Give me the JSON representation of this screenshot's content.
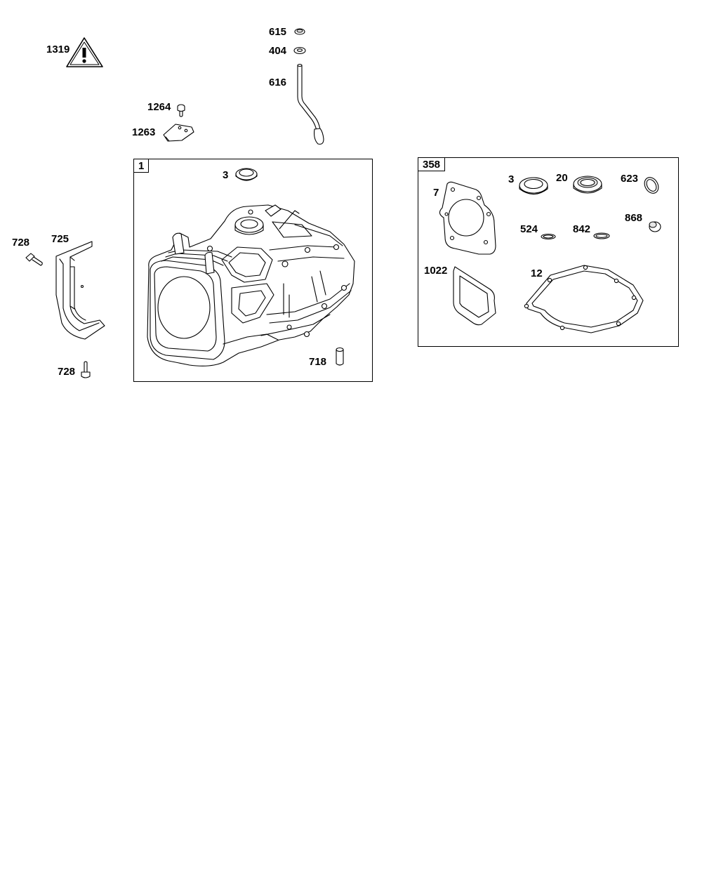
{
  "callouts": {
    "warning": "1319",
    "p615": "615",
    "p404": "404",
    "p616": "616",
    "p1264": "1264",
    "p1263": "1263",
    "p728_top": "728",
    "p725": "725",
    "p728_bottom": "728",
    "p3_block": "3",
    "p718": "718",
    "p7": "7",
    "p3_kit": "3",
    "p20": "20",
    "p623": "623",
    "p524": "524",
    "p842": "842",
    "p868": "868",
    "p1022": "1022",
    "p12": "12"
  },
  "groups": {
    "block_tag": "1",
    "gasket_kit_tag": "358"
  },
  "icons": {
    "warning": "warning-triangle-icon"
  }
}
